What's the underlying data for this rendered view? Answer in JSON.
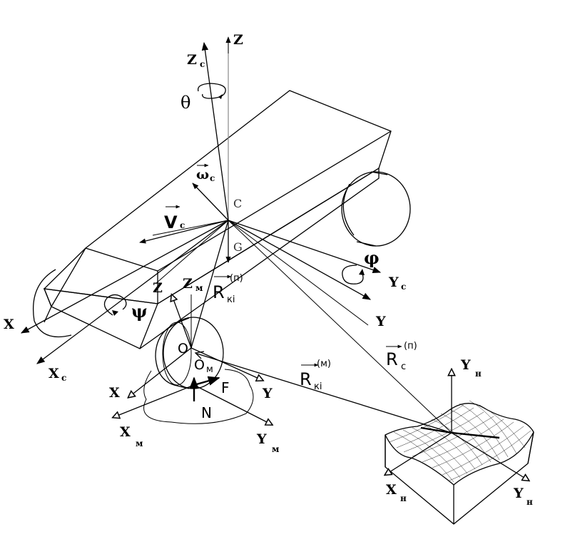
{
  "labels": {
    "z_global": "Z",
    "z_body": "Z",
    "z_body_sub": "c",
    "theta": "θ",
    "omega": "ω",
    "omega_sub": "c",
    "v": "V",
    "v_sub": "c",
    "c_point": "C",
    "g_point": "G",
    "phi": "φ",
    "y_body": "Y",
    "y_body_sub": "c",
    "y_global": "Y",
    "x_global": "X",
    "x_body": "X",
    "x_body_sub": "c",
    "psi": "ψ",
    "z_left": "Z",
    "z_wheel": "Z",
    "z_wheel_sub": "м",
    "r_ki_n": "R",
    "r_ki_n_sub": "кі",
    "r_ki_n_sup": "(п)",
    "o_point": "O",
    "o_m": "O",
    "o_m_sub": "м",
    "r_ki_m": "R",
    "r_ki_m_sub": "кі",
    "r_ki_m_sup": "(м)",
    "r_c": "R",
    "r_c_sub": "с",
    "r_c_sup": "(п)",
    "x_wheel_plane": "X",
    "y_wheel_plane": "Y",
    "f_force": "F",
    "n_force": "N",
    "x_m": "X",
    "x_m_sub": "м",
    "y_m": "Y",
    "y_m_sub": "м",
    "y_n_vert": "Y",
    "y_n_vert_sub": "н",
    "x_n": "X",
    "x_n_sub": "н",
    "y_n": "Y",
    "y_n_sub": "н"
  }
}
